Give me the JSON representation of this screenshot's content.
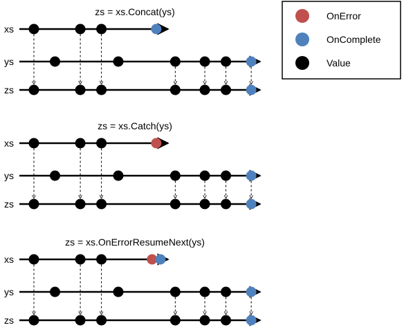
{
  "colors": {
    "error": "#c0504d",
    "complete": "#4f81bd",
    "value": "#000000"
  },
  "legend": {
    "items": [
      {
        "kind": "error",
        "label": "OnError"
      },
      {
        "kind": "complete",
        "label": "OnComplete"
      },
      {
        "kind": "value",
        "label": "Value"
      }
    ]
  },
  "stream_labels": [
    "xs",
    "ys",
    "zs"
  ],
  "panels": [
    {
      "title": "zs = xs.Concat(ys)",
      "xs": [
        {
          "t": 0,
          "k": "value"
        },
        {
          "t": 2.2,
          "k": "value"
        },
        {
          "t": 3.2,
          "k": "value"
        },
        {
          "t": 5.8,
          "k": "complete"
        }
      ],
      "ys": [
        {
          "t": 1,
          "k": "value"
        },
        {
          "t": 4.0,
          "k": "value"
        },
        {
          "t": 6.7,
          "k": "value"
        },
        {
          "t": 8.1,
          "k": "value"
        },
        {
          "t": 9.1,
          "k": "value"
        },
        {
          "t": 10.3,
          "k": "complete"
        }
      ],
      "zs": [
        {
          "t": 0,
          "k": "value"
        },
        {
          "t": 2.2,
          "k": "value"
        },
        {
          "t": 3.2,
          "k": "value"
        },
        {
          "t": 6.7,
          "k": "value"
        },
        {
          "t": 8.1,
          "k": "value"
        },
        {
          "t": 9.1,
          "k": "value"
        },
        {
          "t": 10.3,
          "k": "complete"
        }
      ],
      "arrows_xs": [
        0,
        2.2,
        3.2
      ],
      "arrows_ys": [
        6.7,
        8.1,
        9.1,
        10.3
      ]
    },
    {
      "title": "zs = xs.Catch(ys)",
      "xs": [
        {
          "t": 0,
          "k": "value"
        },
        {
          "t": 2.2,
          "k": "value"
        },
        {
          "t": 3.2,
          "k": "value"
        },
        {
          "t": 5.8,
          "k": "error"
        }
      ],
      "ys": [
        {
          "t": 1,
          "k": "value"
        },
        {
          "t": 4.0,
          "k": "value"
        },
        {
          "t": 6.7,
          "k": "value"
        },
        {
          "t": 8.1,
          "k": "value"
        },
        {
          "t": 9.1,
          "k": "value"
        },
        {
          "t": 10.3,
          "k": "complete"
        }
      ],
      "zs": [
        {
          "t": 0,
          "k": "value"
        },
        {
          "t": 2.2,
          "k": "value"
        },
        {
          "t": 3.2,
          "k": "value"
        },
        {
          "t": 6.7,
          "k": "value"
        },
        {
          "t": 8.1,
          "k": "value"
        },
        {
          "t": 9.1,
          "k": "value"
        },
        {
          "t": 10.3,
          "k": "complete"
        }
      ],
      "arrows_xs": [
        0,
        2.2,
        3.2
      ],
      "arrows_ys": [
        6.7,
        8.1,
        9.1,
        10.3
      ]
    },
    {
      "title": "zs = xs.OnErrorResumeNext(ys)",
      "xs": [
        {
          "t": 0,
          "k": "value"
        },
        {
          "t": 2.2,
          "k": "value"
        },
        {
          "t": 3.2,
          "k": "value"
        },
        {
          "t": 5.6,
          "k": "error"
        },
        {
          "t": 6.0,
          "k": "complete"
        }
      ],
      "ys": [
        {
          "t": 1,
          "k": "value"
        },
        {
          "t": 4.0,
          "k": "value"
        },
        {
          "t": 6.7,
          "k": "value"
        },
        {
          "t": 8.1,
          "k": "value"
        },
        {
          "t": 9.1,
          "k": "value"
        },
        {
          "t": 10.3,
          "k": "complete"
        }
      ],
      "zs": [
        {
          "t": 0,
          "k": "value"
        },
        {
          "t": 2.2,
          "k": "value"
        },
        {
          "t": 3.2,
          "k": "value"
        },
        {
          "t": 6.7,
          "k": "value"
        },
        {
          "t": 8.1,
          "k": "value"
        },
        {
          "t": 9.1,
          "k": "value"
        },
        {
          "t": 10.3,
          "k": "complete"
        }
      ],
      "arrows_xs": [
        0,
        2.2,
        3.2
      ],
      "arrows_ys": [
        6.7,
        8.1,
        9.1,
        10.3
      ]
    }
  ]
}
